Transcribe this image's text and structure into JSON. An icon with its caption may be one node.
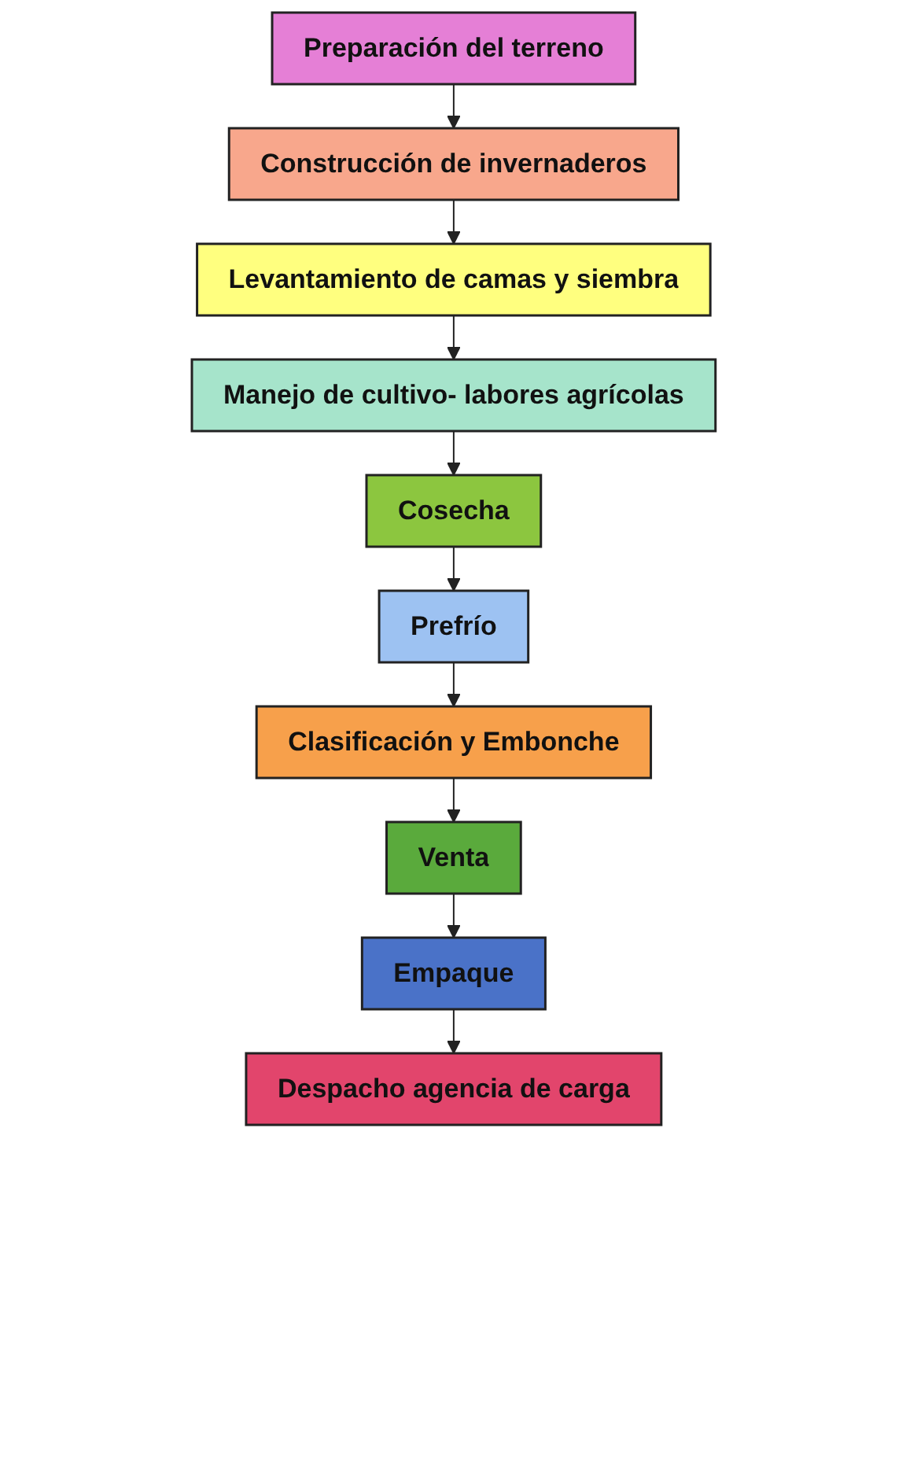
{
  "diagram": {
    "nodes": [
      {
        "text": [
          "Preparación del terreno"
        ]
      },
      {
        "text": [
          "Construcción de invernaderos"
        ]
      },
      {
        "text": [
          "Levantamiento de camas y siembra"
        ]
      },
      {
        "text": [
          "Manejo de cultivo- labores agrícolas"
        ]
      },
      {
        "text": [
          "Cosecha"
        ]
      },
      {
        "text": [
          "Prefrío"
        ]
      },
      {
        "text": [
          "Clasificación y Embonche"
        ]
      },
      {
        "text": [
          "Venta"
        ]
      },
      {
        "text": [
          "Empaque"
        ]
      },
      {
        "text": [
          "Despacho agencia de carga"
        ]
      }
    ],
    "edges": [
      {
        "from": 0,
        "to": 1,
        "arrow": "to"
      },
      {
        "from": 1,
        "to": 2,
        "arrow": "to"
      },
      {
        "from": 2,
        "to": 3,
        "arrow": "to"
      },
      {
        "from": 3,
        "to": 4,
        "arrow": "to"
      },
      {
        "from": 4,
        "to": 5,
        "arrow": "to"
      },
      {
        "from": 5,
        "to": 6,
        "arrow": "to"
      },
      {
        "from": 6,
        "to": 7,
        "arrow": "to"
      },
      {
        "from": 7,
        "to": 8,
        "arrow": "to"
      },
      {
        "from": 8,
        "to": 9,
        "arrow": "to"
      }
    ]
  }
}
